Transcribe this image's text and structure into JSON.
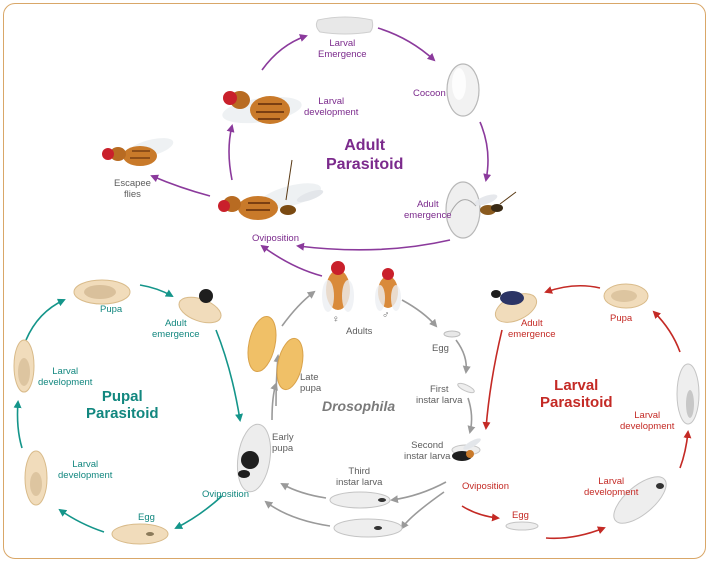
{
  "colors": {
    "adult_parasitoid": "#8b3a9c",
    "pupal_parasitoid": "#14958a",
    "larval_parasitoid": "#c42a25",
    "drosophila_cycle": "#9a9a9a",
    "frame": "#d9a768"
  },
  "adult_cycle": {
    "title_line1": "Adult",
    "title_line2": "Parasitoid",
    "larval_emergence_1": "Larval",
    "larval_emergence_2": "Emergence",
    "cocoon": "Cocoon",
    "larval_development_1": "Larval",
    "larval_development_2": "development",
    "adult_emergence_1": "Adult",
    "adult_emergence_2": "emergence",
    "escapee_1": "Escapee",
    "escapee_2": "flies",
    "oviposition": "Oviposition"
  },
  "pupal_cycle": {
    "title_line1": "Pupal",
    "title_line2": "Parasitoid",
    "pupa": "Pupa",
    "adult_emergence_1": "Adult",
    "adult_emergence_2": "emergence",
    "larval_development_a_1": "Larval",
    "larval_development_a_2": "development",
    "larval_development_b_1": "Larval",
    "larval_development_b_2": "development",
    "egg": "Egg",
    "oviposition": "Oviposition"
  },
  "drosophila_cycle": {
    "title": "Drosophila",
    "adults": "Adults",
    "female_symbol": "♀",
    "male_symbol": "♂",
    "egg": "Egg",
    "first_instar_1": "First",
    "first_instar_2": "instar larva",
    "second_instar_1": "Second",
    "second_instar_2": "instar larva",
    "third_instar_1": "Third",
    "third_instar_2": "instar larva",
    "late_pupa_1": "Late",
    "late_pupa_2": "pupa",
    "early_pupa_1": "Early",
    "early_pupa_2": "pupa"
  },
  "larval_cycle": {
    "title_line1": "Larval",
    "title_line2": "Parasitoid",
    "adult_emergence_1": "Adult",
    "adult_emergence_2": "emergence",
    "pupa": "Pupa",
    "larval_development_a_1": "Larval",
    "larval_development_a_2": "development",
    "larval_development_b_1": "Larval",
    "larval_development_b_2": "development",
    "oviposition": "Oviposition",
    "egg": "Egg"
  }
}
